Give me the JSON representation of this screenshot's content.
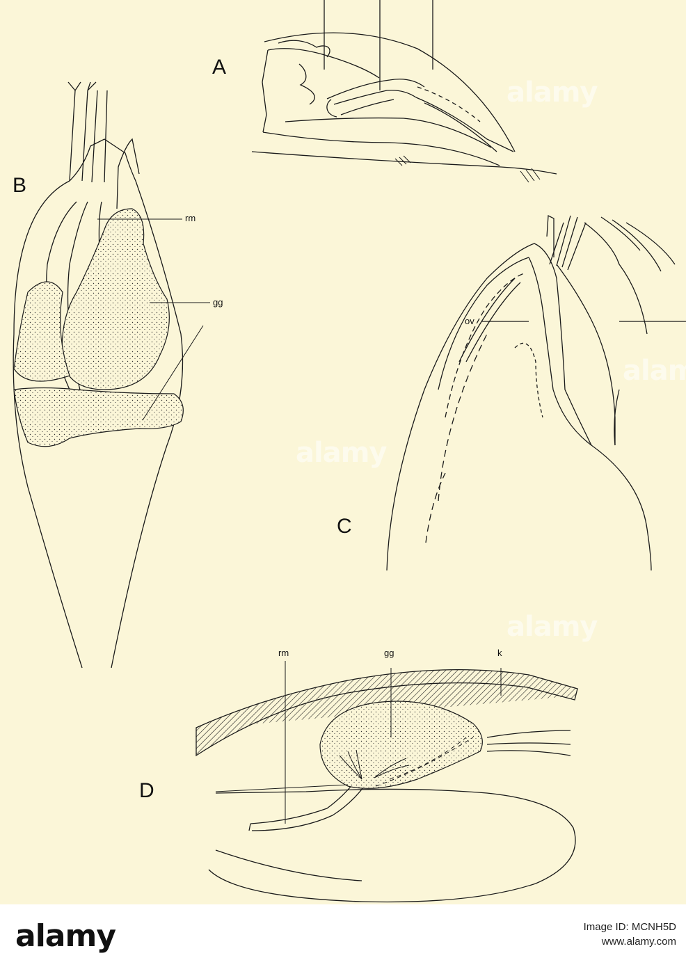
{
  "panels": {
    "a": {
      "letter": "A"
    },
    "b": {
      "letter": "B",
      "labels": [
        "rm",
        "gg"
      ]
    },
    "c": {
      "letter": "C",
      "labels": [
        "ov"
      ]
    },
    "d": {
      "letter": "D",
      "labels": [
        "rm",
        "gg",
        "k"
      ]
    }
  },
  "watermark": "alamy",
  "footer": {
    "logo": "alamy",
    "image_id": "Image ID: MCNH5D",
    "site": "www.alamy.com"
  },
  "colors": {
    "paper": "#fbf6d8",
    "ink": "#1a1a1a",
    "footer": "#ffffff"
  }
}
